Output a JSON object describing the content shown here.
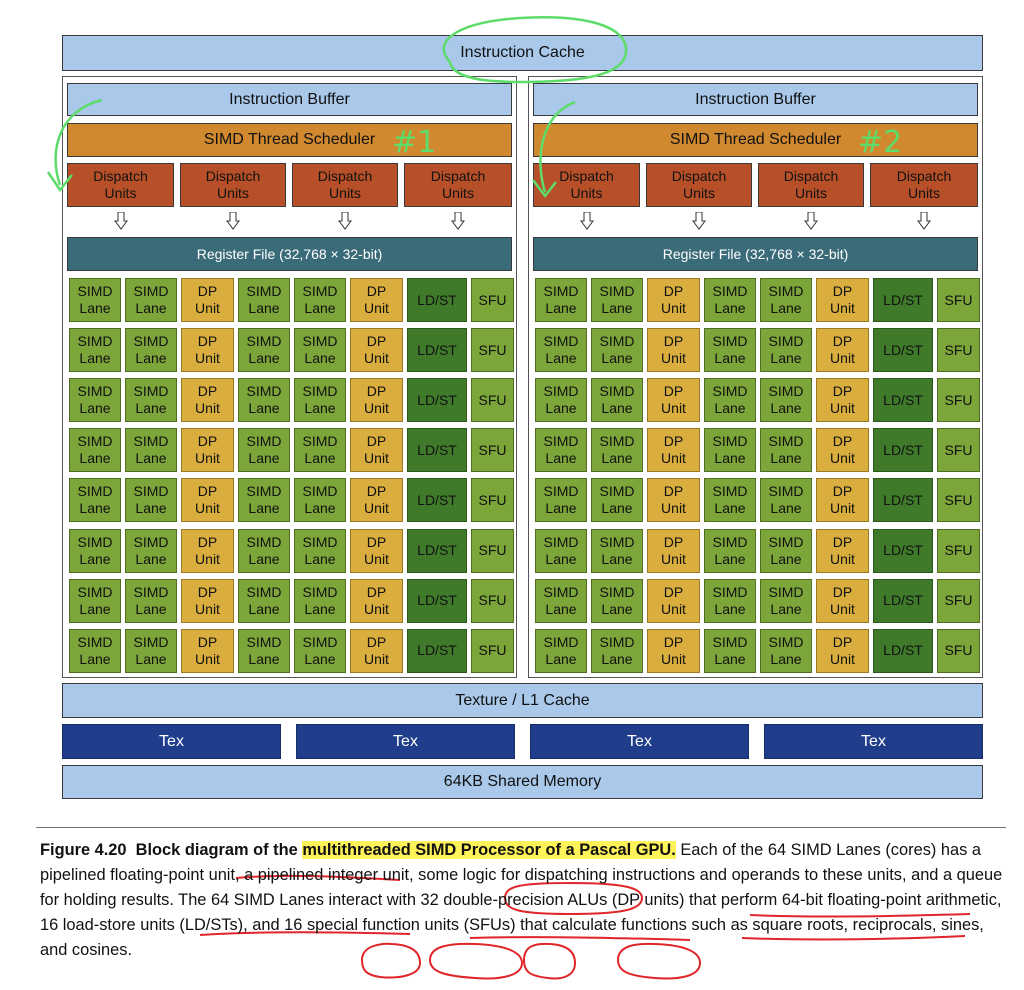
{
  "diagram": {
    "instruction_cache": "Instruction Cache",
    "sm_left": {
      "instruction_buffer": "Instruction Buffer",
      "scheduler": "SIMD Thread Scheduler",
      "dispatch_units": [
        "Dispatch\nUnits",
        "Dispatch\nUnits",
        "Dispatch\nUnits",
        "Dispatch\nUnits"
      ],
      "register_file": "Register File (32,768 × 32-bit)",
      "annotation": "#1"
    },
    "sm_right": {
      "instruction_buffer": "Instruction Buffer",
      "scheduler": "SIMD Thread Scheduler",
      "dispatch_units": [
        "Dispatch\nUnits",
        "Dispatch\nUnits",
        "Dispatch\nUnits",
        "Dispatch\nUnits"
      ],
      "register_file": "Register File (32,768 × 32-bit)",
      "annotation": "#2"
    },
    "unit_row": [
      "SIMD\nLane",
      "SIMD\nLane",
      "DP\nUnit",
      "SIMD\nLane",
      "SIMD\nLane",
      "DP\nUnit",
      "LD/ST",
      "SFU"
    ],
    "unit_types": [
      "simd",
      "simd",
      "dp",
      "simd",
      "simd",
      "dp",
      "ldst",
      "sfu"
    ],
    "rows": 8,
    "texture_l1": "Texture / L1 Cache",
    "tex_units": [
      "Tex",
      "Tex",
      "Tex",
      "Tex"
    ],
    "shared_memory": "64KB Shared Memory",
    "colors": {
      "cache_blue": "#a9c8ea",
      "scheduler_orange": "#d1892f",
      "dispatch_red": "#b75028",
      "register_teal": "#3a6b78",
      "simd_green": "#7ca53a",
      "dp_gold": "#d9ae3f",
      "ldst_dark_green": "#3f7a2b",
      "tex_navy": "#1f3d8a",
      "annotation_green": "#5ddc6a",
      "annotation_red": "#e0262a",
      "highlight_yellow": "#fff35a"
    }
  },
  "caption": {
    "label": "Figure 4.20",
    "title_before": "Block diagram of the ",
    "title_highlight": "multithreaded SIMD Processor of a Pascal GPU.",
    "body": " Each of the 64 SIMD Lanes (cores) has a pipelined floating-point unit, a pipelined integer unit, some logic for dispatching instructions and operands to these units, and a queue for holding results. The 64 SIMD Lanes interact with 32 double-precision ALUs (DP units) that perform 64-bit floating-point arithmetic, 16 load-store units (LD/STs), and 16 special function units (SFUs) that calculate functions such as square roots, reciprocals, sines, and cosines."
  }
}
